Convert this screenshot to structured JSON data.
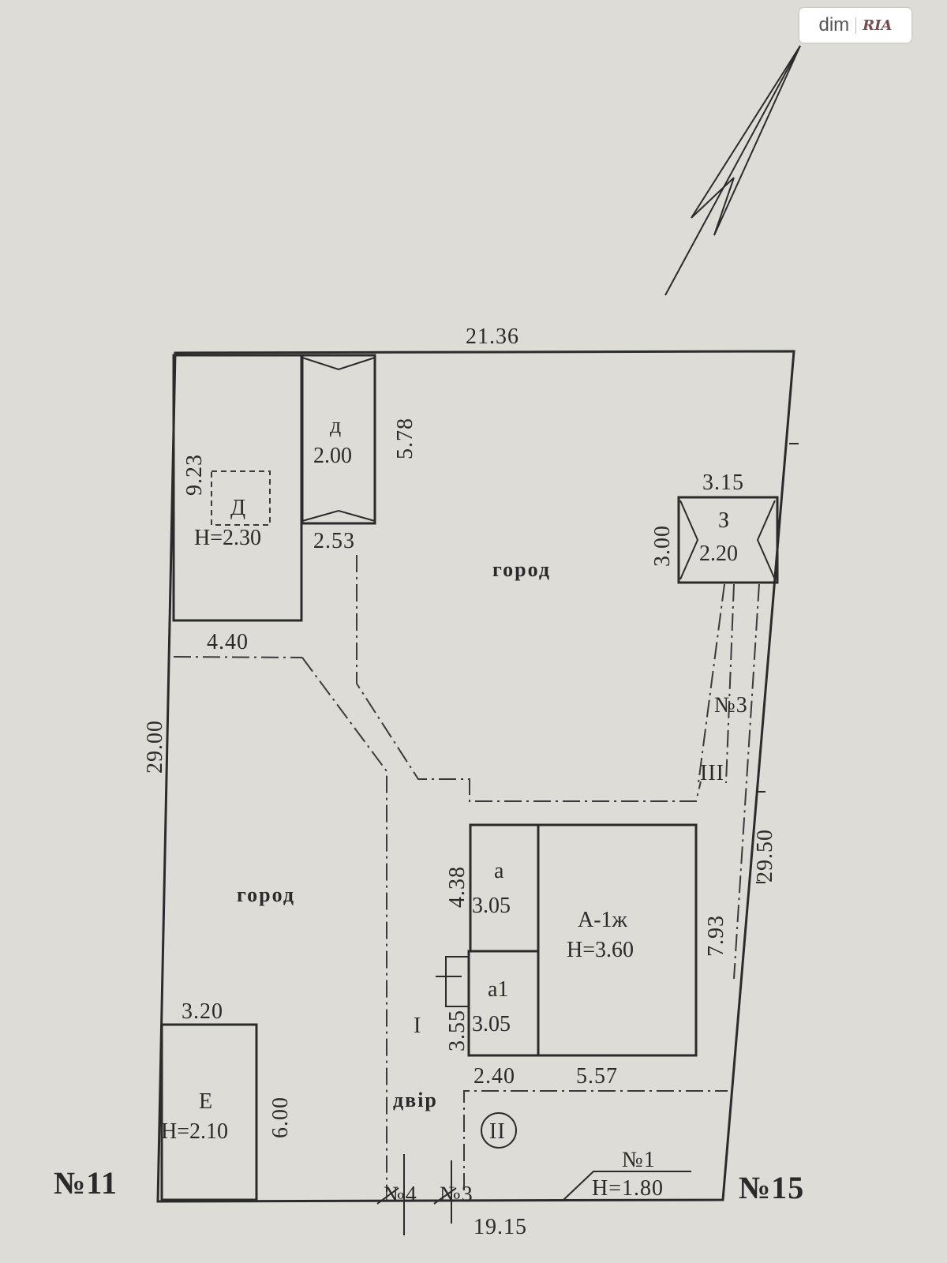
{
  "watermark": {
    "left": "dim",
    "right": "RIA"
  },
  "lots": {
    "left": "№11",
    "right": "№15"
  },
  "dimensions": {
    "top": "21.36",
    "left_outer": "29.00",
    "right_outer": "29.50",
    "bottom": "19.15",
    "d_len": "9.23",
    "d_shed_len": "5.78",
    "d_shed_w": "2.53",
    "d_width": "4.40",
    "z_w": "3.15",
    "z_h": "3.00",
    "a_h": "4.38",
    "a1_h": "3.55",
    "main_h": "7.93",
    "a_w": "2.40",
    "main_w": "5.57",
    "e_w": "3.20",
    "e_h": "6.00"
  },
  "buildings": {
    "D_big": {
      "letter": "Д",
      "height": "Н=2.30"
    },
    "d_small": {
      "letter": "д",
      "height": "2.00"
    },
    "Z": {
      "letter": "З",
      "height": "2.20"
    },
    "a": {
      "letter": "а",
      "height": "3.05"
    },
    "a1": {
      "letter": "а1",
      "height": "3.05"
    },
    "A": {
      "letter": "А-1ж",
      "height": "Н=3.60"
    },
    "E": {
      "letter": "Е",
      "height": "Н=2.10"
    }
  },
  "areas": {
    "garden_top": "город",
    "garden_left": "город",
    "yard": "двір"
  },
  "markers": {
    "fence3_right": "№3",
    "roman_III": "III",
    "roman_I": "I",
    "roman_II": "II",
    "gate4": "№4",
    "gate3": "№3",
    "fence1": "№1",
    "fence1_h": "Н=1.80"
  }
}
